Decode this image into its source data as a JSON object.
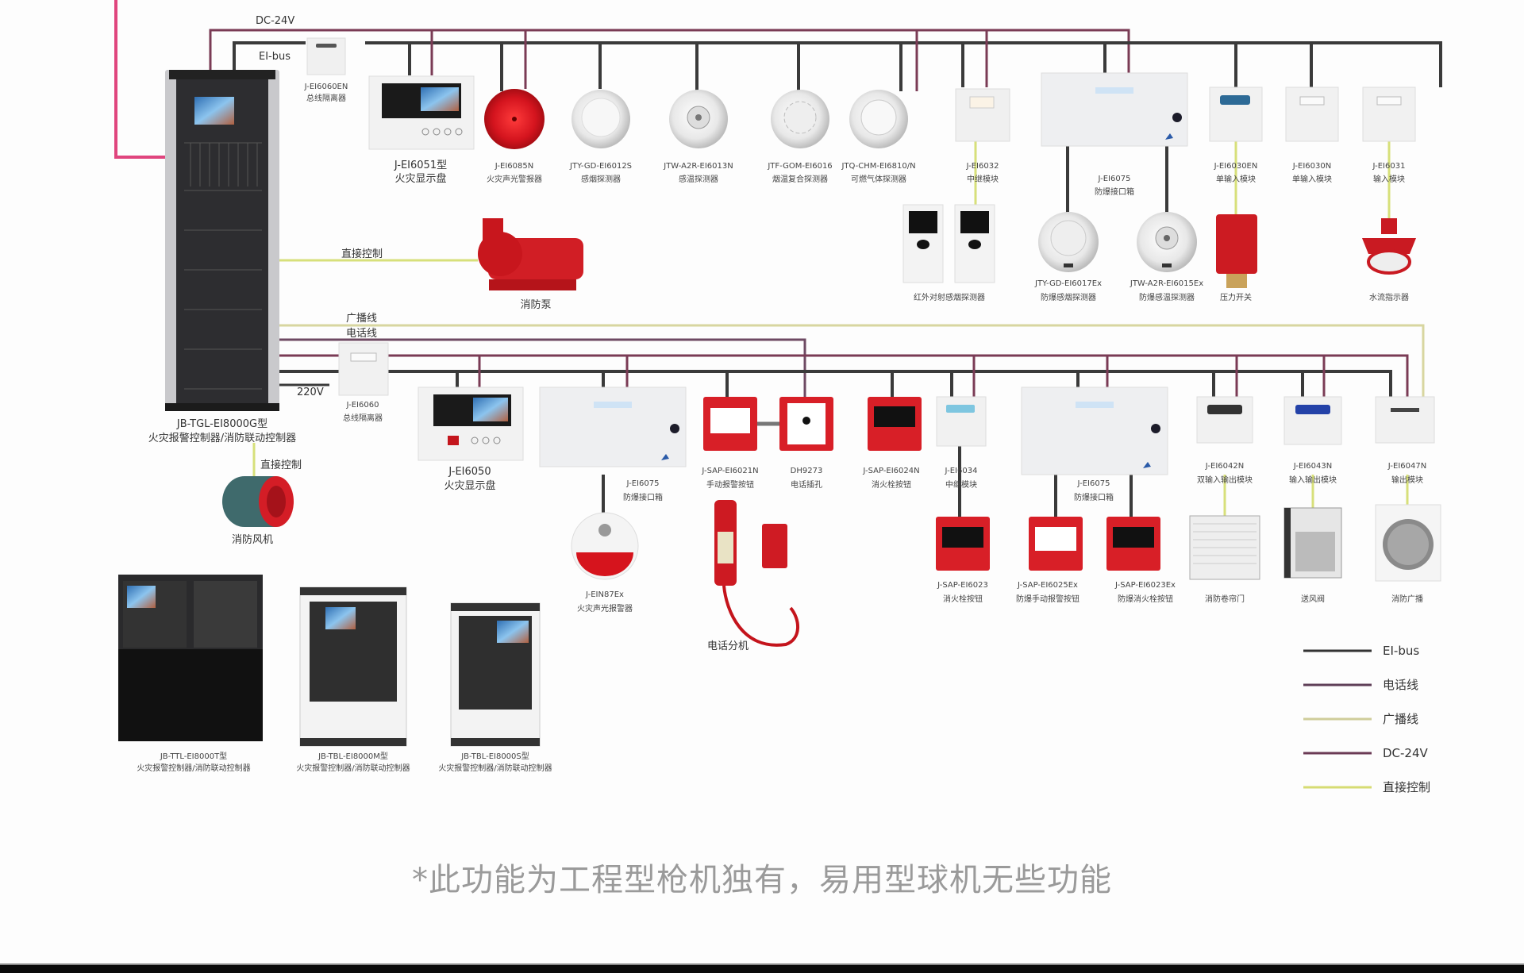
{
  "wire_labels": {
    "dc24v": "DC-24V",
    "eibus": "EI-bus",
    "direct_control": "直接控制",
    "broadcast": "广播线",
    "phone": "电话线",
    "v220": "220V",
    "direct_control_fan": "直接控制"
  },
  "main_controller": {
    "model": "JB-TGL-EI8000G型",
    "name": "火灾报警控制器/消防联动控制器"
  },
  "top_row": [
    {
      "model": "J-EI6060EN",
      "name": "总线隔离器"
    },
    {
      "model": "J-EI6051型",
      "name": "火灾显示盘"
    },
    {
      "model": "J-EI6085N",
      "name": "火灾声光警报器"
    },
    {
      "model": "JTY-GD-EI6012S",
      "name": "感烟探测器"
    },
    {
      "model": "JTW-A2R-EI6013N",
      "name": "感温探测器"
    },
    {
      "model": "JTF-GOM-EI6016",
      "name": "烟温复合探测器"
    },
    {
      "model": "JTQ-CHM-EI6810/N",
      "name": "可燃气体探测器"
    },
    {
      "model": "J-EI6032",
      "name": "中继模块"
    },
    {
      "model": "J-EI6075",
      "name": "防爆接口箱"
    },
    {
      "model": "J-EI6030EN",
      "name": "单输入模块"
    },
    {
      "model": "J-EI6030N",
      "name": "单输入模块"
    },
    {
      "model": "J-EI6031",
      "name": "输入模块"
    }
  ],
  "second_row": [
    {
      "name": "红外对射感烟探测器"
    },
    {
      "model": "JTY-GD-EI6017Ex",
      "name": "防爆感烟探测器"
    },
    {
      "model": "JTW-A2R-EI6015Ex",
      "name": "防爆感温探测器"
    },
    {
      "name": "压力开关"
    },
    {
      "name": "水流指示器"
    }
  ],
  "pump": {
    "name": "消防泵"
  },
  "fan": {
    "name": "消防风机"
  },
  "bus_isolator_2": {
    "model": "J-EI6060",
    "name": "总线隔离器"
  },
  "lower_row": [
    {
      "model": "J-EI6050",
      "name": "火灾显示盘"
    },
    {
      "model": "J-EI6075",
      "name": "防爆接口箱"
    },
    {
      "model": "J-SAP-EI6021N",
      "name": "手动报警按钮"
    },
    {
      "model": "DH9273",
      "name": "电话插孔"
    },
    {
      "model": "J-SAP-EI6024N",
      "name": "消火栓按钮"
    },
    {
      "model": "J-EI6034",
      "name": "中继模块"
    },
    {
      "model": "J-EI6075",
      "name": "防爆接口箱"
    },
    {
      "model": "J-EI6042N",
      "name": "双输入输出模块"
    },
    {
      "model": "J-EI6043N",
      "name": "输入输出模块"
    },
    {
      "model": "J-EI6047N",
      "name": "输出模块"
    }
  ],
  "bottom_row": [
    {
      "model": "J-EIN87Ex",
      "name": "火灾声光报警器"
    },
    {
      "name": "电话分机"
    },
    {
      "model": "J-SAP-EI6023",
      "name": "消火栓按钮"
    },
    {
      "model": "J-SAP-EI6025Ex",
      "name": "防爆手动报警按钮"
    },
    {
      "model": "J-SAP-EI6023Ex",
      "name": "防爆消火栓按钮"
    },
    {
      "name": "消防卷帘门"
    },
    {
      "name": "送风阀"
    },
    {
      "name": "消防广播"
    }
  ],
  "controllers": [
    {
      "model": "JB-TTL-EI8000T型",
      "name": "火灾报警控制器/消防联动控制器"
    },
    {
      "model": "JB-TBL-EI8000M型",
      "name": "火灾报警控制器/消防联动控制器"
    },
    {
      "model": "JB-TBL-EI8000S型",
      "name": "火灾报警控制器/消防联动控制器"
    }
  ],
  "legend": [
    {
      "label": "EI-bus",
      "color": "#333333"
    },
    {
      "label": "电话线",
      "color": "#5e3e57"
    },
    {
      "label": "广播线",
      "color": "#cfcd9a"
    },
    {
      "label": "DC-24V",
      "color": "#6b3a55"
    },
    {
      "label": "直接控制",
      "color": "#d6dc72"
    }
  ],
  "caption": "*此功能为工程型枪机独有，易用型球机无些功能",
  "colors": {
    "device_red": "#d9232e",
    "panel_dark": "#2b2b2e",
    "module_white": "#eeeeee"
  }
}
